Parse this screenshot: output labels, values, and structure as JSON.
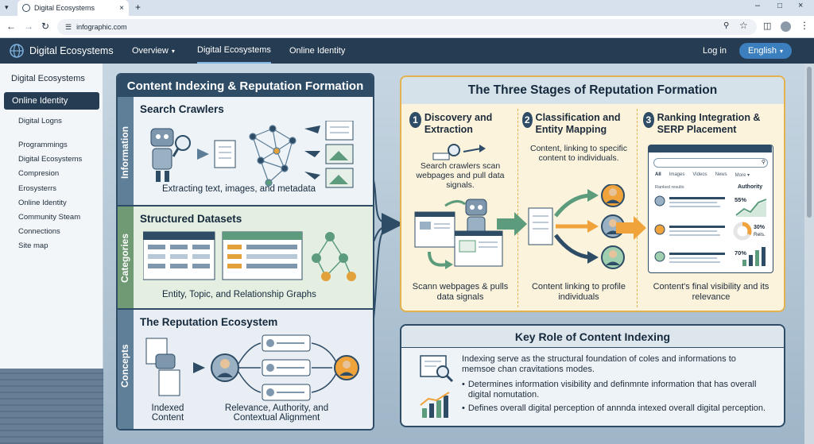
{
  "browser": {
    "tab_title": "Digital Ecosystems",
    "url": "infographic.com"
  },
  "sitenav": {
    "brand": "Digital Ecosystems",
    "items": [
      "Overview",
      "Digital Ecosystems",
      "Online Identity"
    ],
    "login": "Log in",
    "language": "English"
  },
  "sidebar": {
    "heading": "Digital Ecosystems",
    "active": "Online Identity",
    "items": [
      "Digital Logns",
      "Programmings",
      "Digital Ecosystems",
      "Compresion",
      "Erosysterrs",
      "Online Identity",
      "Community Steam",
      "Connections",
      "Site map"
    ]
  },
  "left_panel": {
    "title": "Content Indexing & Reputation Formation",
    "sections": [
      {
        "label": "Information",
        "heading": "Search Crawlers",
        "caption": "Extracting text, images, and metadata"
      },
      {
        "label": "Categories",
        "heading": "Structured Datasets",
        "caption": "Entity, Topic, and Relationship Graphs"
      },
      {
        "label": "Concepts",
        "heading": "The Reputation Ecosystem",
        "caption_left": "Indexed Content",
        "caption_right": "Relevance, Authority, and Contextual Alignment"
      }
    ]
  },
  "stages_panel": {
    "title": "The Three Stages of Reputation Formation",
    "stages": [
      {
        "num": "1",
        "title": "Discovery and Extraction",
        "text": "Search crawlers scan webpages and pull data signals.",
        "bottom": "Scann webpages & pulls data signals"
      },
      {
        "num": "2",
        "title": "Classification and Entity Mapping",
        "text": "Content, linking to specific content to individuals.",
        "bottom": "Content linking to profile individuals"
      },
      {
        "num": "3",
        "title": "Ranking Integration & SERP Placement",
        "text": "",
        "bottom": "Content's final visibility and its relevance"
      }
    ],
    "serp": {
      "tabs": [
        "All",
        "Images",
        "Videos",
        "News",
        "More ▾"
      ],
      "results_label": "Ranked results",
      "authority_label": "Authority",
      "authority_pct": "55%",
      "rels_pct": "30%",
      "rels_label": "Rels.",
      "third_pct": "70%"
    }
  },
  "key_panel": {
    "title": "Key Role of Content Indexing",
    "intro": "Indexing serve as the structural foundation of coles and informations to memsoe chan cravitations modes.",
    "bullets": [
      "Determines information visibility and definmnte information that has overall digital nomutation.",
      "Defines overall digital perception of annnda intexed overall digital perception."
    ]
  },
  "colors": {
    "nav": "#263c52",
    "accent": "#2e4c66",
    "stage_bg": "#fbf3dc",
    "stage_border": "#e3b24f",
    "arrow_orange": "#f0a33a",
    "arrow_green": "#5c9c7c"
  }
}
